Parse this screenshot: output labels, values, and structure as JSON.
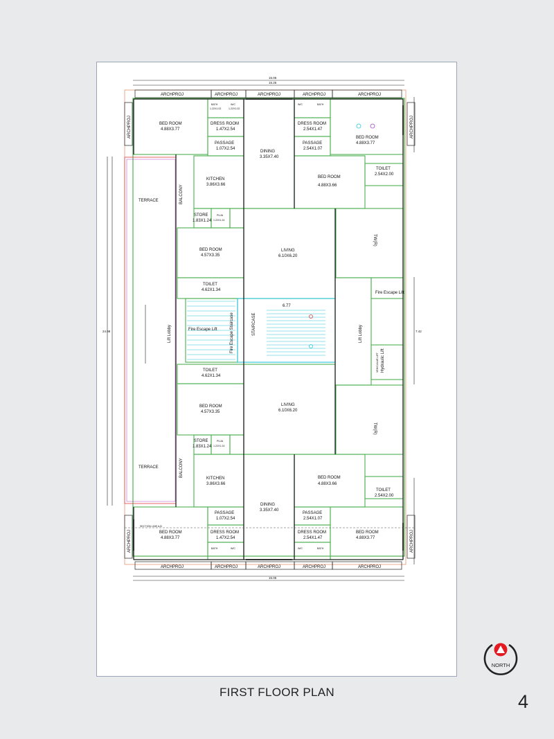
{
  "caption": "FIRST FLOOR PLAN",
  "page_number": "4",
  "north_label": "NORTH",
  "colors": {
    "wall": "#4caf50",
    "wall_dark": "#222222",
    "cyan": "#27c4d8",
    "magenta": "#a040c0",
    "red": "#e04040",
    "north_red": "#e21b23"
  },
  "labels": {
    "archproj": "ARCHPROJ",
    "bed_room": "BED ROOM",
    "dress_room": "DRESS ROOM",
    "passage": "PASSAGE",
    "dining": "DINING",
    "kitchen": "KITCHEN",
    "living": "LIVING",
    "toilet": "TOILET",
    "store": "STORE",
    "puja": "PUJA",
    "bath": "BATH",
    "wc": "W/C",
    "terrace": "TERRACE",
    "balcony": "BALCONY",
    "staircase": "STAIRCASE",
    "lift_lobby": "Lift Lobby",
    "fire_escape_lift": "Fire Escape Lift",
    "fire_escape_staircase": "Fire Escape Staircase",
    "tw": "TW(R)",
    "vehicular_lift": "VEHICULAR LIFT",
    "hydraulic_lift": "Hydraulic Lift",
    "section_line": "SECTION LINE A-B"
  },
  "dims": {
    "bed_a": "4.88X3.77",
    "dress_a": "1.47X2.54",
    "dress_b": "2.54X1.47",
    "passage_a": "1.07X2.54",
    "passage_b": "2.54X1.07",
    "dining": "3.35X7.40",
    "kitchen": "3.86X3.66",
    "bed_b": "4.88X3.66",
    "toilet_a": "2.54X2.00",
    "store": "1.83X1.24",
    "puja": "1.22X1.24",
    "bed_c": "4.57X3.35",
    "living": "6.10X6.20",
    "toilet_b": "4.62X1.34",
    "bath_a": "1.22X1.02",
    "wc_a": "1.22X1.02",
    "total_width": "15.05",
    "inner_width": "15.25",
    "stair_width": "6.77",
    "total_height": "24.98",
    "side_height": "7.42"
  }
}
